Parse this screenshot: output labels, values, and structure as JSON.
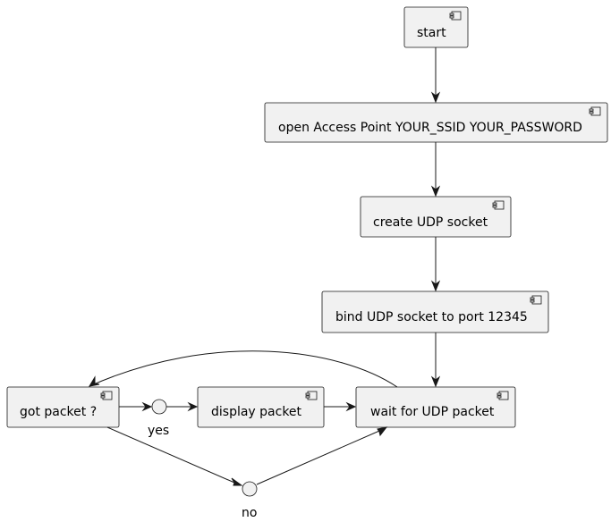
{
  "diagram": {
    "components": {
      "start": "start",
      "open_ap": "open Access Point YOUR_SSID YOUR_PASSWORD",
      "create_socket": "create UDP socket",
      "bind_socket": "bind UDP socket to port 12345",
      "wait_packet": "wait for UDP packet",
      "got_packet": "got packet ?",
      "display_packet": "display packet"
    },
    "interfaces": {
      "yes": "yes",
      "no": "no"
    },
    "colors": {
      "box_fill": "#f1f1f1",
      "line": "#181818",
      "text": "#000000"
    }
  }
}
